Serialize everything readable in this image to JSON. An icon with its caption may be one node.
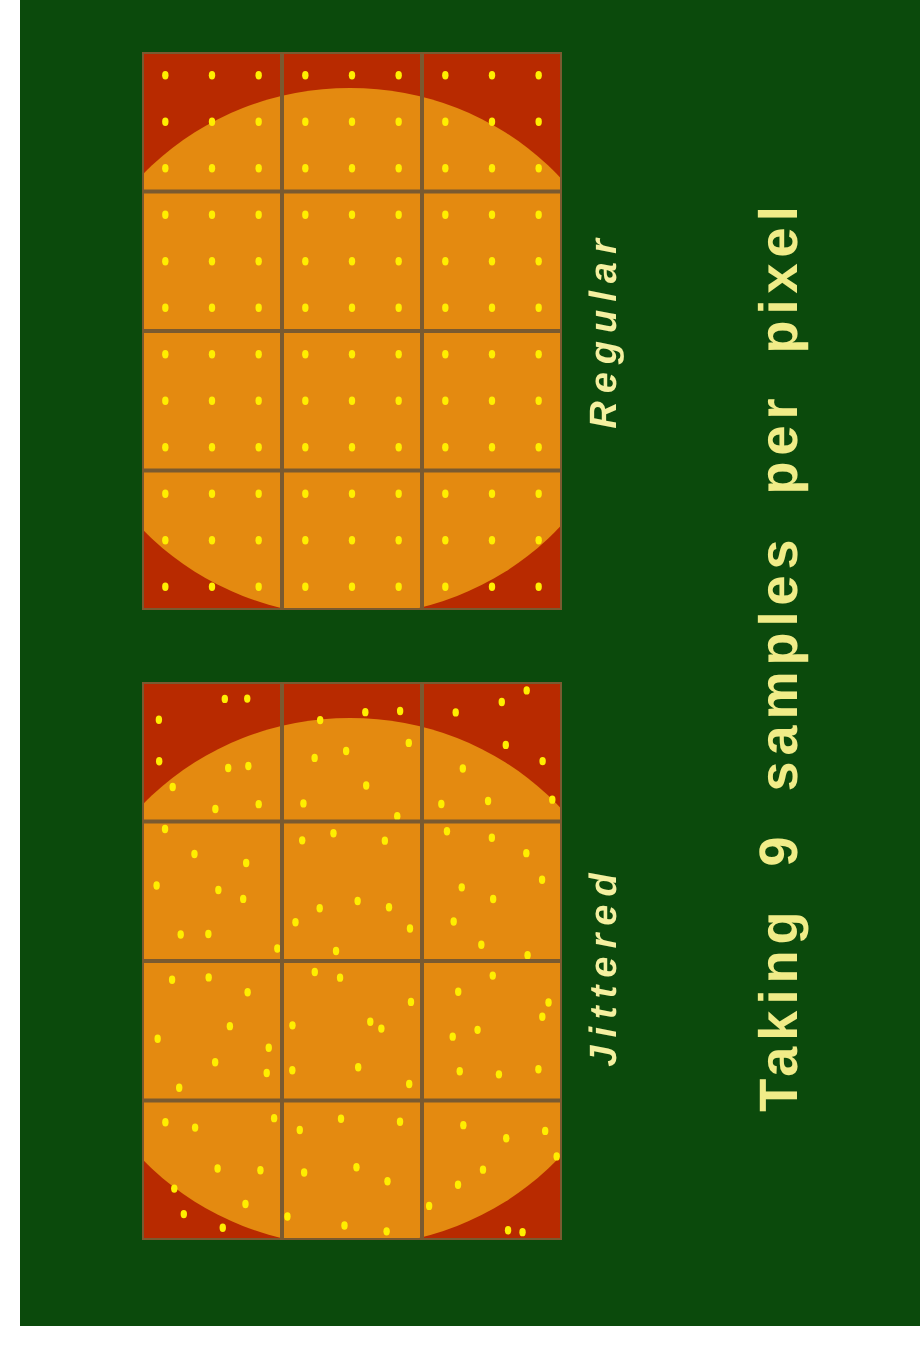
{
  "diagram": {
    "title": "Taking 9 samples per pixel",
    "labels": [
      "Jittered",
      "Regular"
    ]
  }
}
